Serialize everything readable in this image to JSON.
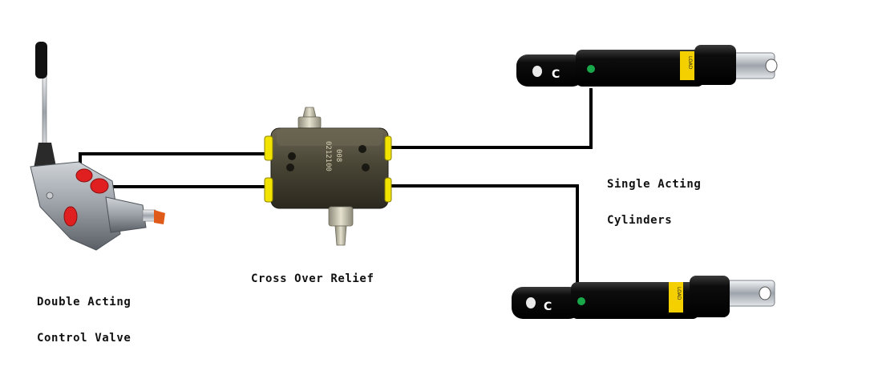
{
  "labels": {
    "control_valve": {
      "line1": "Double Acting",
      "line2": "Control Valve"
    },
    "cross_over_relief": "Cross Over Relief",
    "cylinders": {
      "line1": "Single Acting",
      "line2": "Cylinders"
    }
  },
  "valve_stamp": {
    "line1": "0212100",
    "line2": "008"
  },
  "cylinder_decal_text": "LOAD",
  "colors": {
    "hose": "#000000",
    "valve_body": "#9aa0a6",
    "valve_knob": "#e02020",
    "valve_handle": "#111111",
    "relief_body": "#4a4636",
    "relief_port_ring": "#f2e400",
    "cylinder_barrel": "#0a0a0a",
    "cylinder_label": "#f5d000",
    "cylinder_dot": "#18a84a",
    "chrome": "#c8ccd2"
  }
}
